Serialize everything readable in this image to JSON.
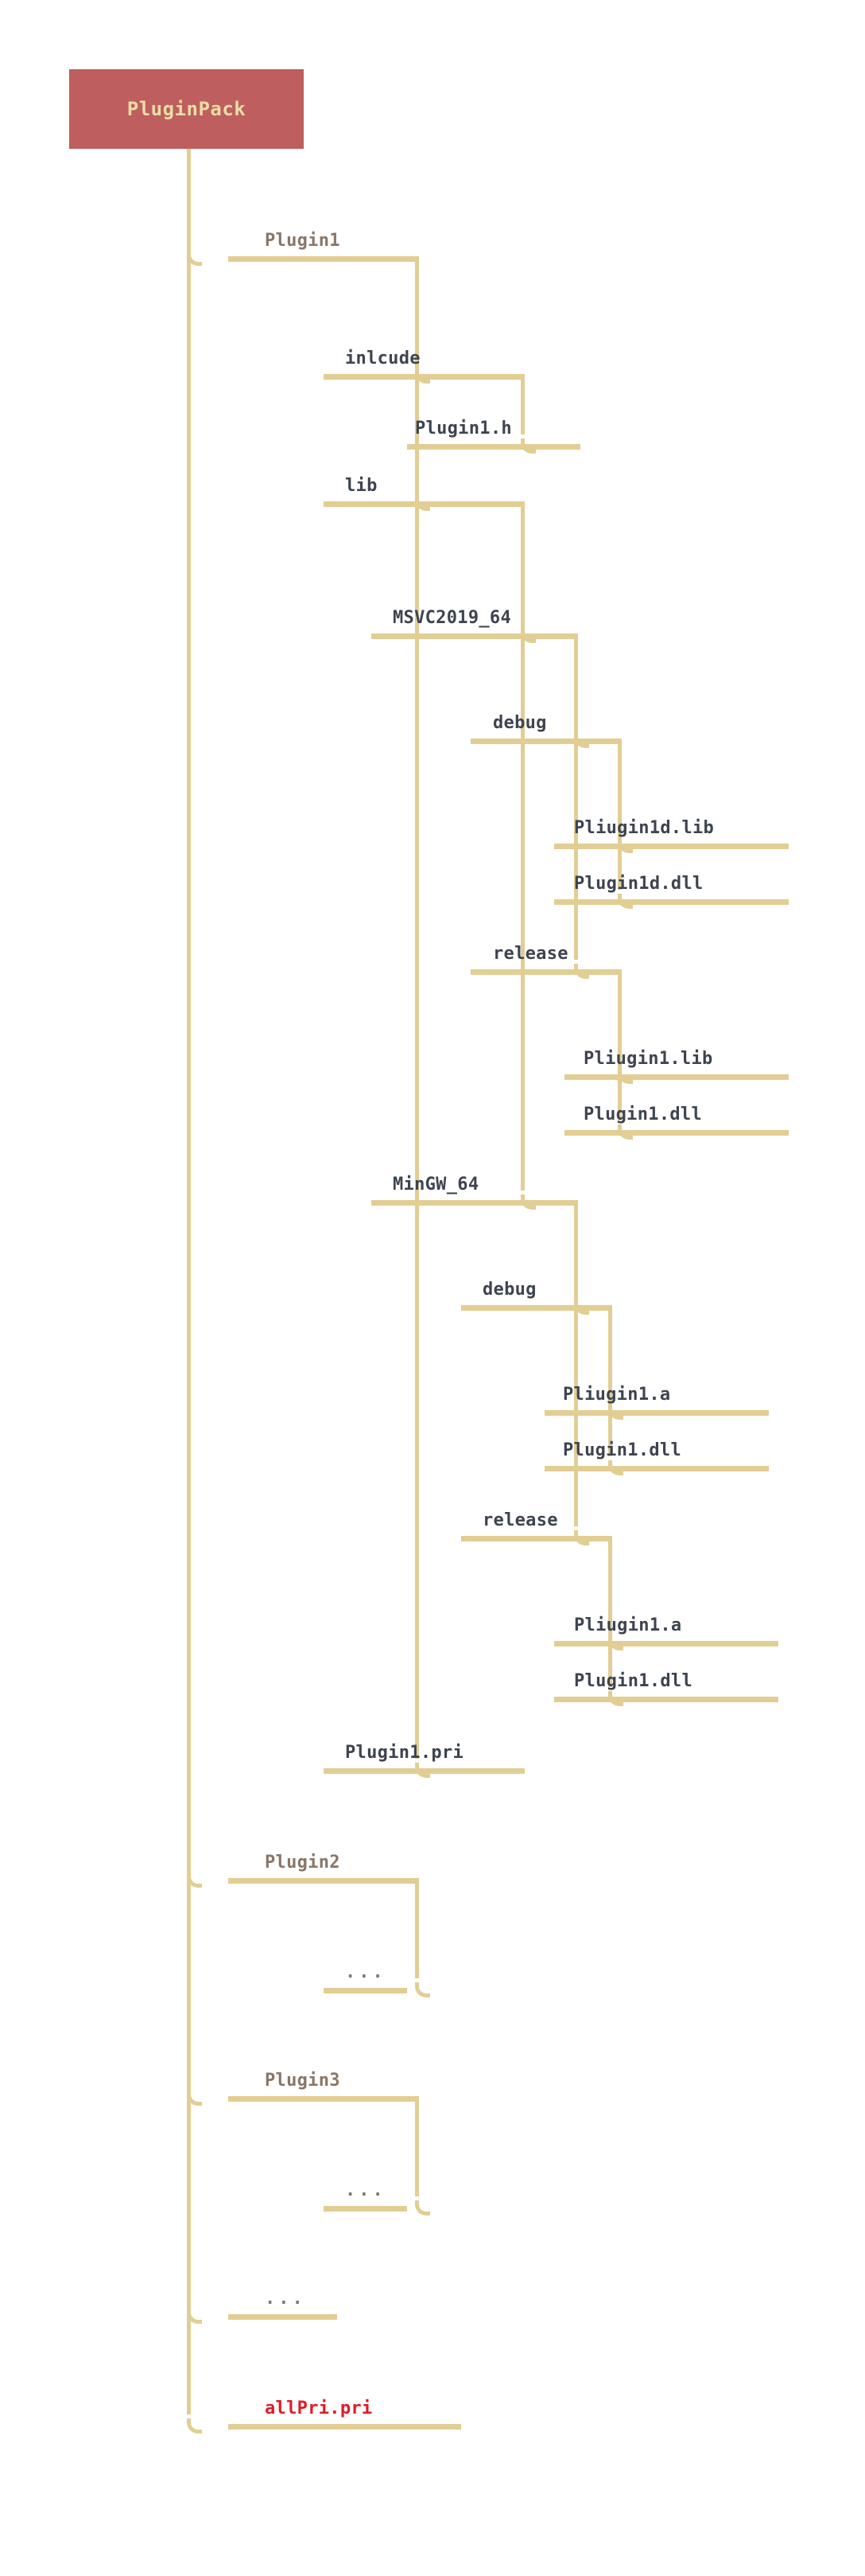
{
  "diagram": {
    "title": "PluginPack directory tree",
    "background": "#ffffff",
    "colors": {
      "root_fill": "#be5e5e",
      "root_text": "#ecdca5",
      "connector": "#e2cd93",
      "dir_text": "#3d4450",
      "group_text": "#8a7667",
      "alert_text": "#e01b24"
    }
  },
  "root": {
    "label": "PluginPack"
  },
  "nodes": [
    {
      "id": "plugin1",
      "label": "Plugin1",
      "kind": "group",
      "level": 1
    },
    {
      "id": "inlcude",
      "label": "inlcude",
      "kind": "dir",
      "level": 2
    },
    {
      "id": "plugin1_h",
      "label": "Plugin1.h",
      "kind": "file",
      "level": 3
    },
    {
      "id": "lib",
      "label": "lib",
      "kind": "dir",
      "level": 2
    },
    {
      "id": "msvc2019_64",
      "label": "MSVC2019_64",
      "kind": "dir",
      "level": 3
    },
    {
      "id": "msvc_debug",
      "label": "debug",
      "kind": "dir",
      "level": 4
    },
    {
      "id": "msvc_dbg_lib",
      "label": "Pliugin1d.lib",
      "kind": "file",
      "level": 5
    },
    {
      "id": "msvc_dbg_dll",
      "label": "Plugin1d.dll",
      "kind": "file",
      "level": 5
    },
    {
      "id": "msvc_release",
      "label": "release",
      "kind": "dir",
      "level": 4
    },
    {
      "id": "msvc_rel_lib",
      "label": "Pliugin1.lib",
      "kind": "file",
      "level": 5
    },
    {
      "id": "msvc_rel_dll",
      "label": "Plugin1.dll",
      "kind": "file",
      "level": 5
    },
    {
      "id": "mingw_64",
      "label": "MinGW_64",
      "kind": "dir",
      "level": 3
    },
    {
      "id": "mingw_debug",
      "label": "debug",
      "kind": "dir",
      "level": 4
    },
    {
      "id": "mingw_dbg_a",
      "label": "Pliugin1.a",
      "kind": "file",
      "level": 5
    },
    {
      "id": "mingw_dbg_dll",
      "label": "Plugin1.dll",
      "kind": "file",
      "level": 5
    },
    {
      "id": "mingw_release",
      "label": "release",
      "kind": "dir",
      "level": 4
    },
    {
      "id": "mingw_rel_a",
      "label": "Pliugin1.a",
      "kind": "file",
      "level": 5
    },
    {
      "id": "mingw_rel_dll",
      "label": "Plugin1.dll",
      "kind": "file",
      "level": 5
    },
    {
      "id": "plugin1_pri",
      "label": "Plugin1.pri",
      "kind": "file",
      "level": 2
    },
    {
      "id": "plugin2",
      "label": "Plugin2",
      "kind": "group",
      "level": 1
    },
    {
      "id": "plugin2_more",
      "label": "...",
      "kind": "dots",
      "level": 2
    },
    {
      "id": "plugin3",
      "label": "Plugin3",
      "kind": "group",
      "level": 1
    },
    {
      "id": "plugin3_more",
      "label": "...",
      "kind": "dots",
      "level": 2
    },
    {
      "id": "root_more",
      "label": "...",
      "kind": "dots",
      "level": 1
    },
    {
      "id": "all_pri",
      "label": "allPri.pri",
      "kind": "alert",
      "level": 1
    }
  ]
}
